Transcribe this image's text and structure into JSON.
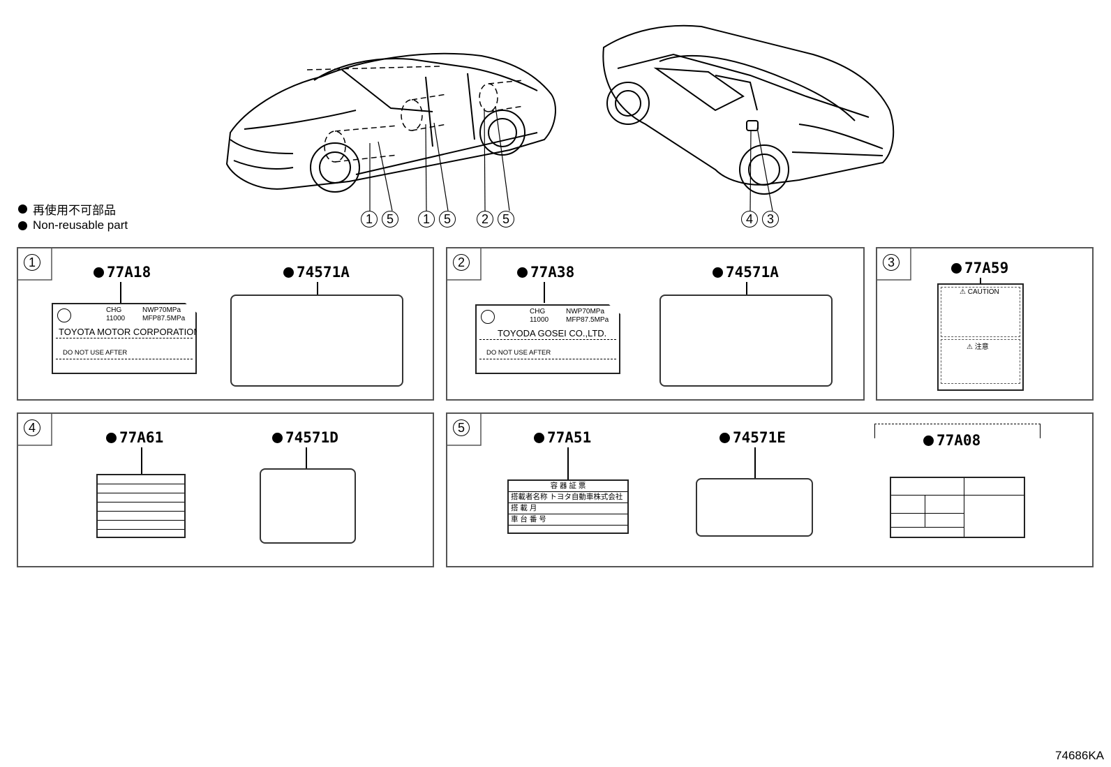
{
  "legend": {
    "line1": "再使用不可部品",
    "line2": "Non-reusable part"
  },
  "callouts": {
    "front_car": [
      "1",
      "5",
      "1",
      "5",
      "2",
      "5"
    ],
    "rear_car": [
      "4",
      "3"
    ]
  },
  "panels": [
    {
      "num": "1",
      "parts": [
        {
          "code": "77A18",
          "label": {
            "top_left": "CHG",
            "top_right": "NWP70MPa",
            "line2_left": "11000",
            "line2_right": "MFP87.5MPa",
            "company": "TOYOTA MOTOR CORPORATION",
            "warning": "DO NOT USE AFTER"
          }
        },
        {
          "code": "74571A"
        }
      ]
    },
    {
      "num": "2",
      "parts": [
        {
          "code": "77A38",
          "label": {
            "top_left": "CHG",
            "top_right": "NWP70MPa",
            "line2_left": "11000",
            "line2_right": "MFP87.5MPa",
            "company": "TOYODA GOSEI CO.,LTD.",
            "warning": "DO NOT USE AFTER"
          }
        },
        {
          "code": "74571A"
        }
      ]
    },
    {
      "num": "3",
      "parts": [
        {
          "code": "77A59",
          "label": {
            "caution": "CAUTION",
            "chuui": "注意"
          }
        }
      ]
    },
    {
      "num": "4",
      "parts": [
        {
          "code": "77A61"
        },
        {
          "code": "74571D"
        }
      ]
    },
    {
      "num": "5",
      "parts": [
        {
          "code": "77A51",
          "label": {
            "title": "容 器 証 票",
            "row1": "搭載者名称 トヨタ自動車株式会社",
            "row2": "搭 載 月",
            "row3": "車 台 番 号"
          }
        },
        {
          "code": "74571E"
        },
        {
          "code": "77A08"
        }
      ]
    }
  ],
  "footer": {
    "diagram_id": "74686KA"
  }
}
